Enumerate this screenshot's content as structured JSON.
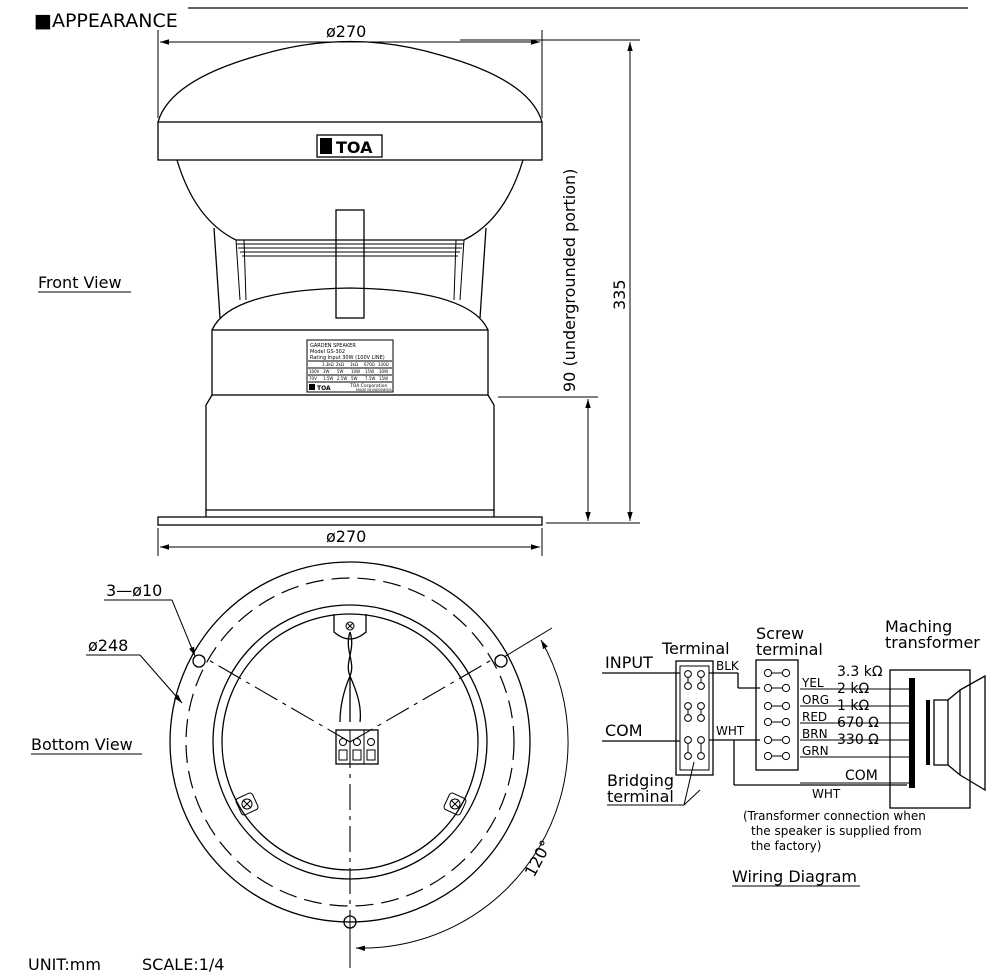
{
  "header": {
    "section_title": "■APPEARANCE"
  },
  "front_view": {
    "label": "Front View",
    "dim_top": "ø270",
    "dim_bottom": "ø270",
    "dim_height": "335",
    "dim_underground": "90 (undergrounded portion)",
    "logo_text": "TOA"
  },
  "nameplate": {
    "line1": "GARDEN SPEAKER",
    "line2": "Model  GS-302",
    "line3": "Rating  Input   30W (100V LINE)",
    "impedance_row": [
      "3.3kΩ",
      "2kΩ",
      "1kΩ",
      "670Ω",
      "330Ω"
    ],
    "row_100v": [
      "100V",
      "3W",
      "5W",
      "10W",
      "15W",
      "30W"
    ],
    "row_70v": [
      "70V",
      "1.5W",
      "2.5W",
      "5W",
      "7.5W",
      "15W"
    ],
    "maker": "TOA Corporation",
    "origin": "MADE IN INDONESIA"
  },
  "bottom_view": {
    "label": "Bottom View",
    "dim_holes": "3—ø10",
    "dim_pcd": "ø248",
    "angle": "120°"
  },
  "wiring": {
    "caption": "Wiring Diagram",
    "terminal_label": "Terminal",
    "screw_terminal_label_1": "Screw",
    "screw_terminal_label_2": "terminal",
    "transformer_label_1": "Maching",
    "transformer_label_2": "transformer",
    "input_label": "INPUT",
    "com_label": "COM",
    "bridging_label_1": "Bridging",
    "bridging_label_2": "terminal",
    "wire_blk": "BLK",
    "wire_wht_mid": "WHT",
    "wire_wht_bottom": "WHT",
    "taps": [
      {
        "color": "YEL",
        "value": "3.3 kΩ"
      },
      {
        "color": "ORG",
        "value": "2 kΩ"
      },
      {
        "color": "RED",
        "value": "1 kΩ"
      },
      {
        "color": "BRN",
        "value": "670 Ω"
      },
      {
        "color": "GRN",
        "value": "330 Ω"
      }
    ],
    "com_tap": "COM",
    "note_1": "(Transformer connection when",
    "note_2": "the speaker is supplied from",
    "note_3": "the factory)"
  },
  "footer": {
    "unit": "UNIT:mm",
    "scale": "SCALE:1/4"
  }
}
